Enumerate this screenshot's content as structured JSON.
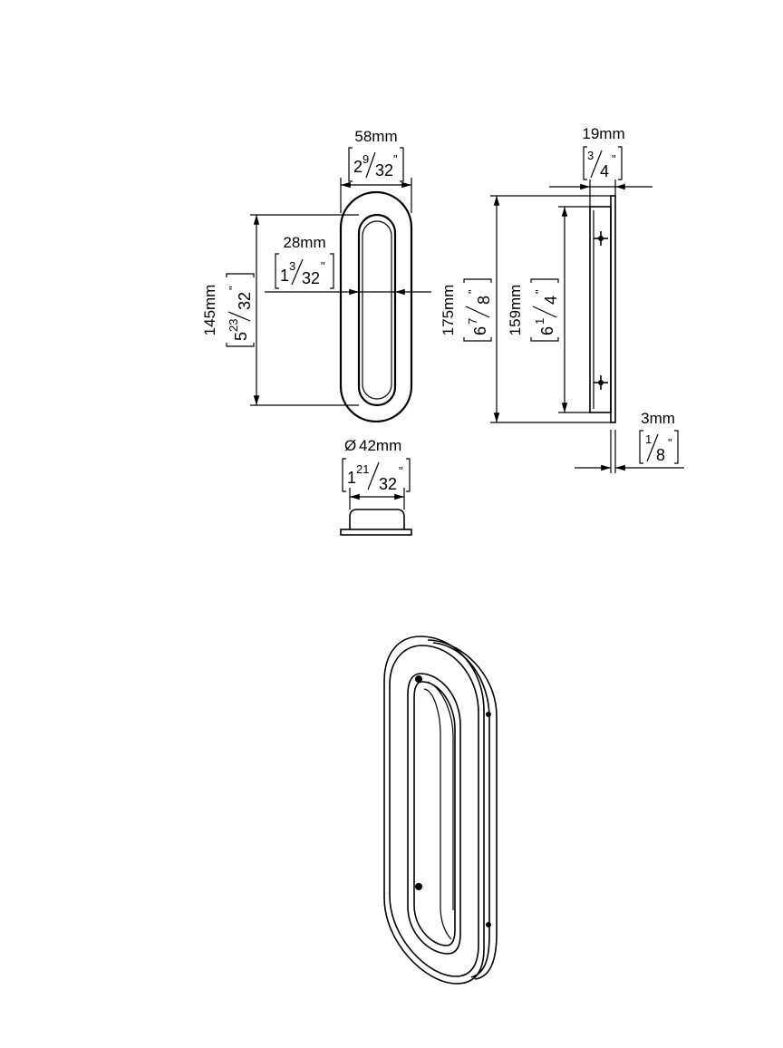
{
  "dimensions": {
    "width58": {
      "metric": "58mm",
      "whole": "2",
      "num": "9",
      "den": "32",
      "inch": "\""
    },
    "height145": {
      "metric": "145mm",
      "whole": "5",
      "num": "23",
      "den": "32",
      "inch": "\""
    },
    "width28": {
      "metric": "28mm",
      "whole": "1",
      "num": "3",
      "den": "32",
      "inch": "\""
    },
    "height175": {
      "metric": "175mm",
      "whole": "6",
      "num": "7",
      "den": "8",
      "inch": "\""
    },
    "height159": {
      "metric": "159mm",
      "whole": "6",
      "num": "1",
      "den": "4",
      "inch": "\""
    },
    "depth19": {
      "metric": "19mm",
      "num": "3",
      "den": "4",
      "inch": "\""
    },
    "plate3": {
      "metric": "3mm",
      "num": "1",
      "den": "8",
      "inch": "\""
    },
    "dia42": {
      "symbol": "Ø",
      "metric": "42mm",
      "whole": "1",
      "num": "21",
      "den": "32",
      "inch": "\""
    }
  }
}
